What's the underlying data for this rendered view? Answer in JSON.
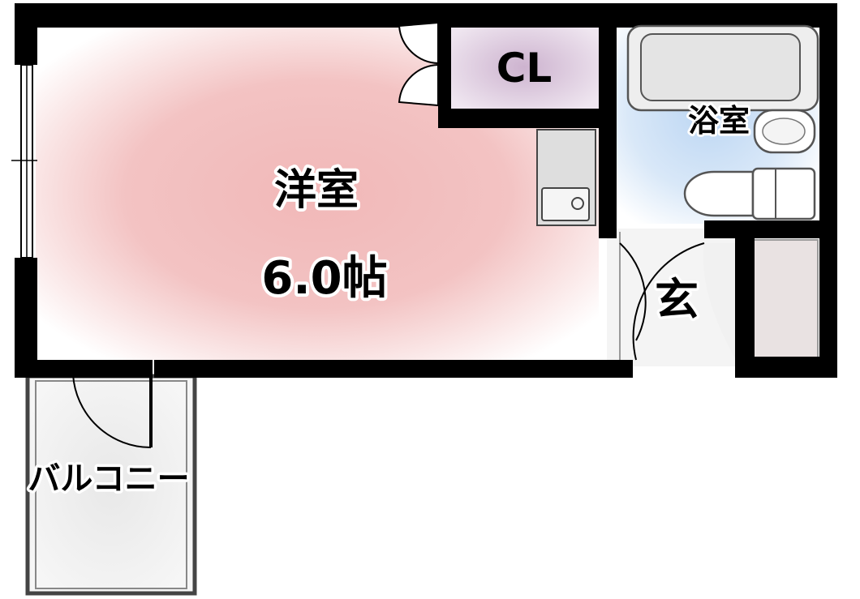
{
  "floor_plan": {
    "rooms": {
      "western_room": {
        "name": "洋室",
        "size": "6.0帖"
      },
      "closet": {
        "name": "CL"
      },
      "bathroom": {
        "name": "浴室"
      },
      "entrance": {
        "name": "玄"
      },
      "balcony": {
        "name": "バルコニー"
      }
    },
    "fixtures": [
      "bathtub",
      "toilet",
      "washbasin",
      "kitchen-sink",
      "closet-doors",
      "shoe-cabinet",
      "entrance-door",
      "balcony-door"
    ],
    "colors": {
      "western_room_fill": "#f3c2c2",
      "closet_fill": "#d5bfd6",
      "bathroom_fill": "#cfe1f5",
      "balcony_fill": "#ececec",
      "wall": "#000000"
    }
  }
}
